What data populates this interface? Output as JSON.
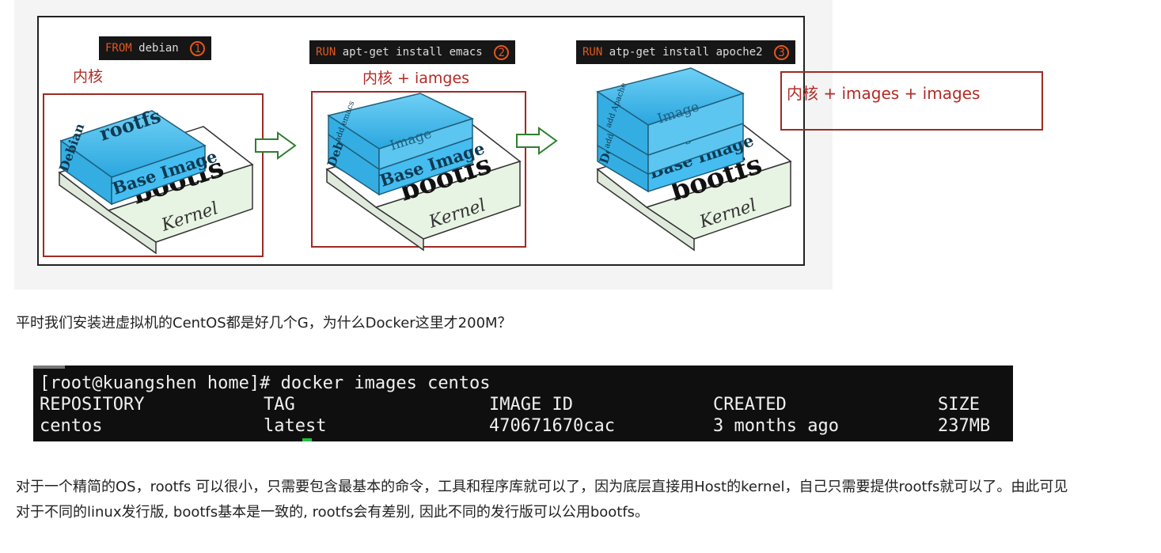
{
  "figure": {
    "steps": [
      {
        "keyword": "FROM",
        "command": "debian",
        "number": "1"
      },
      {
        "keyword": "RUN",
        "command": "apt-get install emacs",
        "number": "2"
      },
      {
        "keyword": "RUN",
        "command": "atp-get install apoche2",
        "number": "3"
      }
    ],
    "annotation_1": "内核",
    "annotation_2": "内核 + iamges",
    "annotation_3": "内核 + images  + images",
    "layers": {
      "kernel": "Kernel",
      "bootfs": "bootfs",
      "rootfs": "rootfs",
      "debian": "Debian",
      "base_image": "Base Image",
      "image": "Image",
      "add_emacs": "add emacs",
      "add_apache": "add Apache"
    }
  },
  "question": "平时我们安装进虚拟机的CentOS都是好几个G，为什么Docker这里才200M？",
  "terminal": {
    "prompt_line": "[root@kuangshen home]# docker images centos",
    "headers": [
      "REPOSITORY",
      "TAG",
      "IMAGE ID",
      "CREATED",
      "SIZE"
    ],
    "row": [
      "centos",
      "latest",
      "470671670cac",
      "3 months ago",
      "237MB"
    ]
  },
  "explanation": "对于一个精简的OS，rootfs 可以很小，只需要包含最基本的命令，工具和程序库就可以了，因为底层直接用Host的kernel，自己只需要提供rootfs就可以了。由此可见对于不同的linux发行版, bootfs基本是一致的, rootfs会有差别, 因此不同的发行版可以公用bootfs。",
  "colors": {
    "annotation_red": "#b22b26",
    "layer_blue": "#3fb4e6",
    "layer_blue_dark": "#1d8fc4",
    "terminal_bg": "#0f0f0f",
    "arrow_green": "#2f7f2f"
  }
}
